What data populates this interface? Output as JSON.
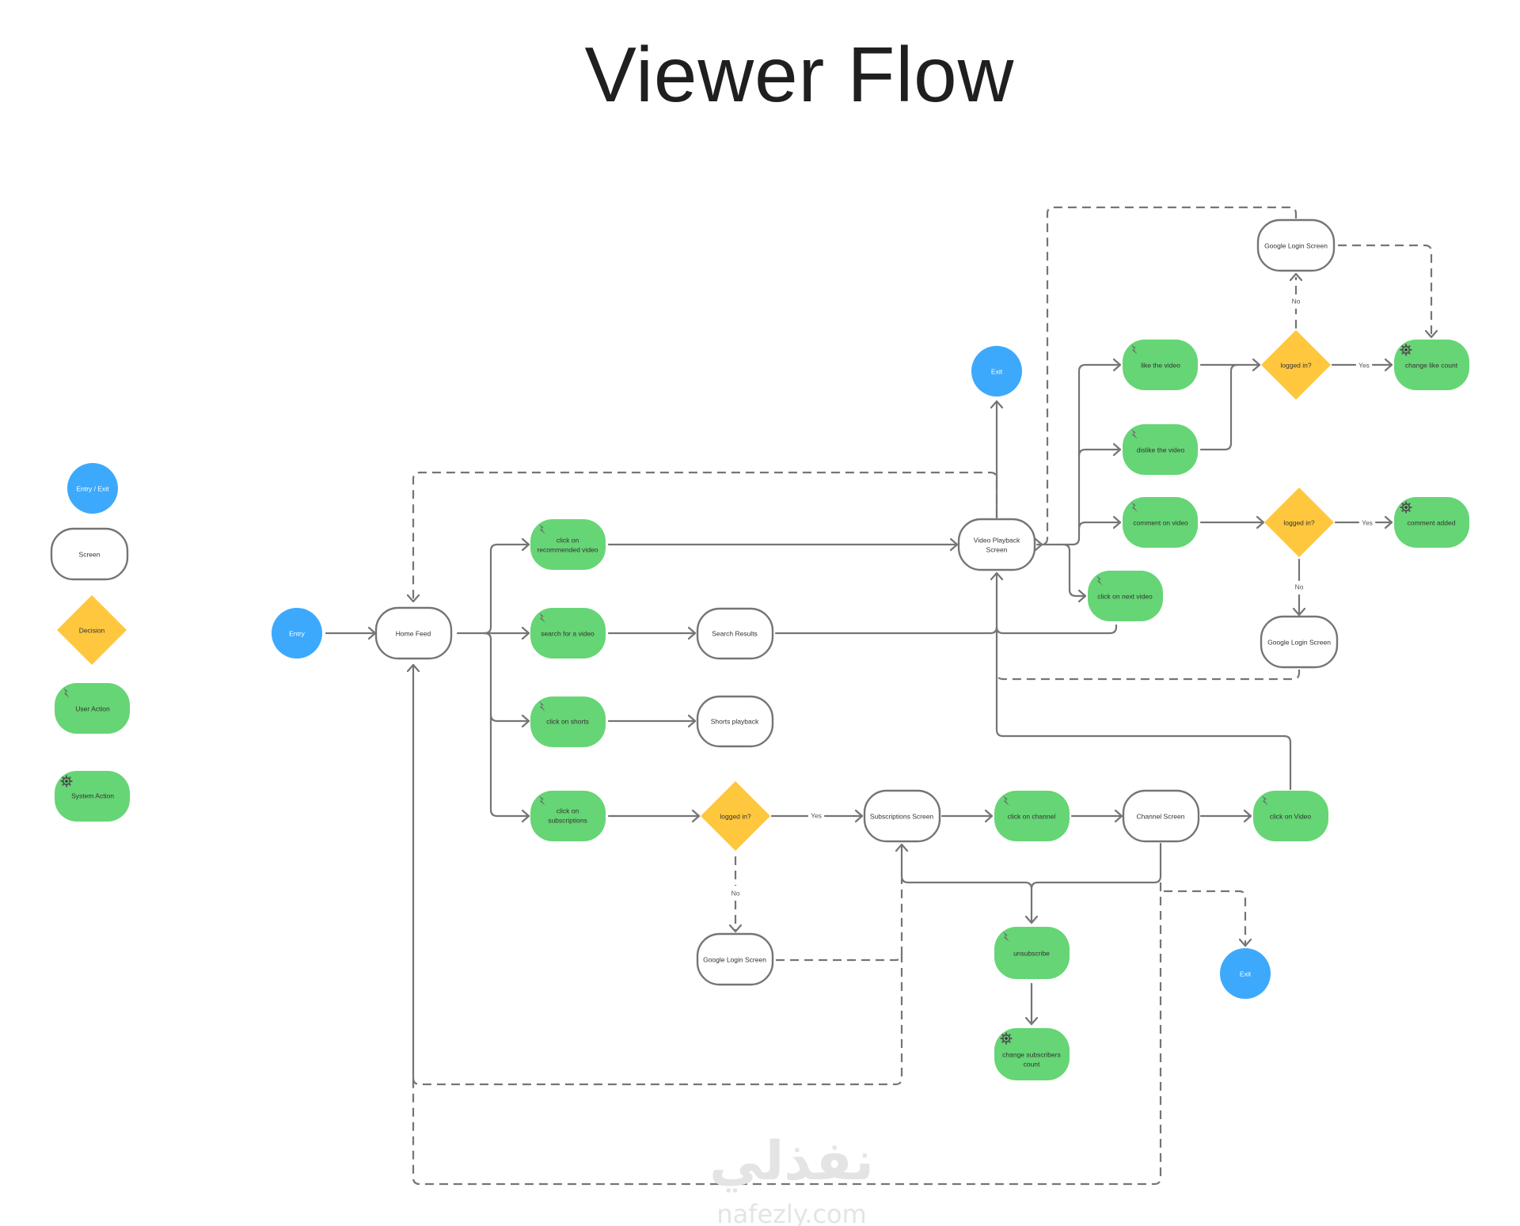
{
  "title": "Viewer Flow",
  "colors": {
    "entry_exit": "#3da9fc",
    "screen_fill": "#ffffff",
    "screen_stroke": "#757575",
    "decision": "#ffc73e",
    "action": "#66d575",
    "connector": "#757575",
    "title_text": "#1f1f1f"
  },
  "legend": {
    "entry_exit": "Entry / Exit",
    "screen": "Screen",
    "decision": "Decision",
    "user_action": "User Action",
    "system_action": "System Action",
    "user_action_icon": "lightning-icon",
    "system_action_icon": "gear-icon"
  },
  "nodes": {
    "entry": "Entry",
    "home_feed": "Home Feed",
    "rec_video": [
      "click on",
      "recommended video"
    ],
    "search_video": "search for a video",
    "search_results": "Search Results",
    "click_shorts": "click on shorts",
    "shorts_playback": "Shorts playback",
    "click_subs": [
      "click on",
      "subscriptions"
    ],
    "logged_in_subs": "logged in?",
    "google_login_subs": "Google Login Screen",
    "subs_screen": "Subscriptions Screen",
    "click_channel": "click on channel",
    "channel_screen": "Channel Screen",
    "click_on_video": "click on Video",
    "unsubscribe": "unsubscribe",
    "change_subs_count": [
      "change subscribers",
      "count"
    ],
    "exit_channel": "Exit",
    "video_playback": [
      "Video Playback",
      "Screen"
    ],
    "exit_video": "Exit",
    "like_video": "like the video",
    "dislike_video": "dislike the video",
    "comment_video": "comment on video",
    "next_video": "click on next video",
    "logged_in_like": "logged in?",
    "google_login_like": "Google Login Screen",
    "change_like_count": "change like count",
    "logged_in_comment": "logged in?",
    "google_login_comment": "Google Login Screen",
    "comment_added": "comment added"
  },
  "edge_labels": {
    "yes": "Yes",
    "no": "No"
  },
  "watermark": {
    "arabic": "نفذلي",
    "latin": "nafezly.com"
  }
}
